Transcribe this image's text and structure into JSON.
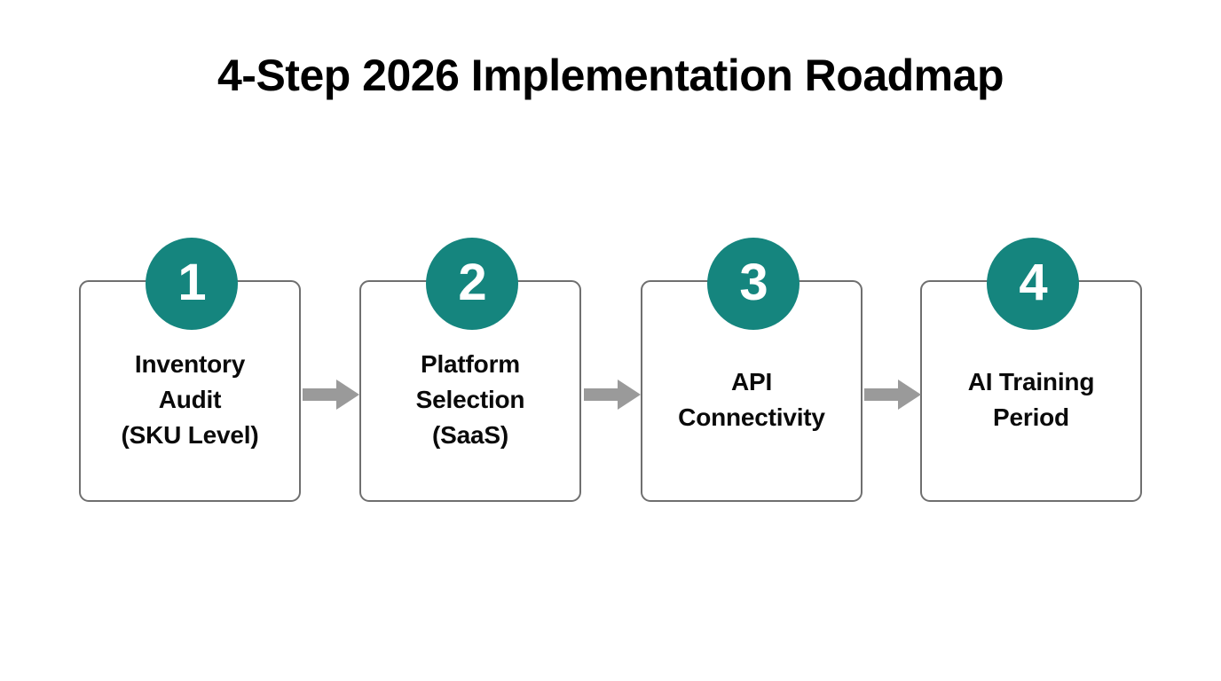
{
  "page": {
    "title": "4-Step 2026 Implementation Roadmap",
    "background_color": "#ffffff"
  },
  "theme": {
    "badge_color": "#15857e",
    "badge_text_color": "#ffffff",
    "card_border_color": "#6f6f6f",
    "card_background": "#ffffff",
    "text_color": "#0a0a0a",
    "arrow_color": "#9a9a9a"
  },
  "steps": [
    {
      "number": "1",
      "label": "Inventory\nAudit\n(SKU Level)"
    },
    {
      "number": "2",
      "label": "Platform\nSelection\n(SaaS)"
    },
    {
      "number": "3",
      "label": "API\nConnectivity"
    },
    {
      "number": "4",
      "label": "AI Training\nPeriod"
    }
  ],
  "connectors": [
    {
      "icon": "arrow-right-icon",
      "from": "1",
      "to": "2"
    },
    {
      "icon": "arrow-right-icon",
      "from": "2",
      "to": "3"
    },
    {
      "icon": "arrow-right-icon",
      "from": "3",
      "to": "4"
    }
  ]
}
